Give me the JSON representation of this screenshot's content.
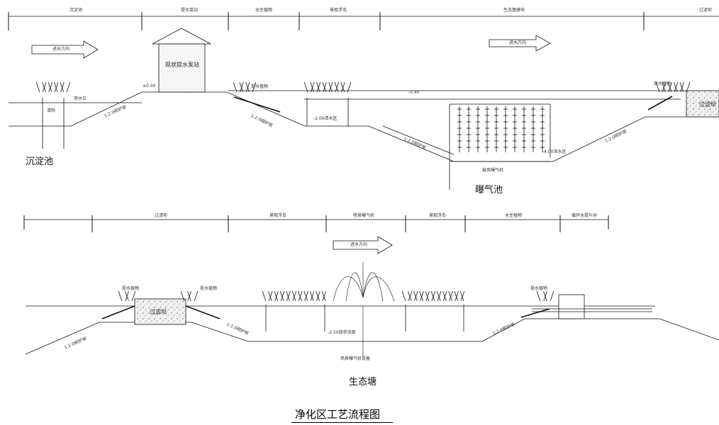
{
  "diagram_title": "净化区工艺流程图",
  "section1": {
    "zone_labels": [
      "沉淀池",
      "提水泵站",
      "水生植物",
      "景观浮岛",
      "生态基膜块",
      "过滤坝"
    ],
    "flow_label": "进水方向",
    "pump_station_label": "现状提水泵站",
    "elev_pump": "±0.00",
    "elev_aeration_water": "-0.40",
    "depth_float": "-2.00清水区",
    "depth_aeration": "-4.00深水区",
    "water_level_label": "常水位",
    "small_label_settling": "清除",
    "slope_label": "1:2.0砌护坡",
    "filter_dam_label": "过滤坝",
    "settling_pond_label": "沉淀池",
    "aeration_pond_label": "曝气池",
    "blower_label": "鼓风曝气机",
    "plant_tag": "挺水植物"
  },
  "section2": {
    "zone_labels": [
      "过滤坝",
      "景观浮岛",
      "喷泉曝气机",
      "景观浮岛",
      "水生植物",
      "循环水提升井"
    ],
    "flow_label": "进水方向",
    "filter_dam_label": "过滤坝",
    "depth_label": "-2.50现状深度",
    "slope_label": "1:2.0砌护坡",
    "pump_tag": "喷泉曝气机设备",
    "eco_pond_label": "生态塘",
    "plant_tag": "挺水植物"
  }
}
